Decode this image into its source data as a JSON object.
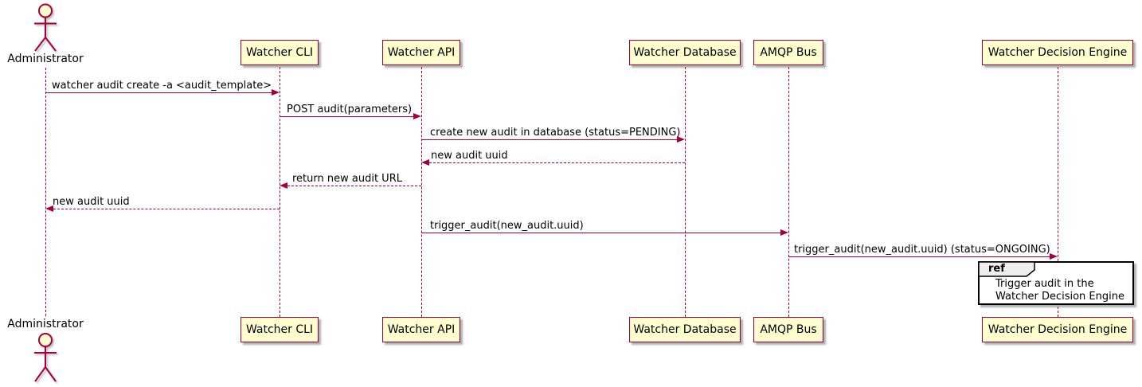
{
  "colors": {
    "background": "#FFFFFF",
    "participant_fill": "#FEFECE",
    "participant_border": "#A80036",
    "arrow": "#A80036",
    "lifeline": "#A80036",
    "text": "#000000",
    "ref_border": "#000000",
    "ref_tab_fill": "#EEEEEE"
  },
  "participants": [
    {
      "id": "administrator",
      "label": "Administrator",
      "type": "actor"
    },
    {
      "id": "watcher-cli",
      "label": "Watcher CLI",
      "type": "participant"
    },
    {
      "id": "watcher-api",
      "label": "Watcher API",
      "type": "participant"
    },
    {
      "id": "watcher-database",
      "label": "Watcher Database",
      "type": "participant"
    },
    {
      "id": "amqp-bus",
      "label": "AMQP Bus",
      "type": "participant"
    },
    {
      "id": "watcher-decision-engine",
      "label": "Watcher Decision Engine",
      "type": "participant"
    }
  ],
  "messages": [
    {
      "from": "Administrator",
      "to": "Watcher CLI",
      "text": "watcher audit create -a <audit_template>",
      "line": "solid",
      "direction": "right"
    },
    {
      "from": "Watcher CLI",
      "to": "Watcher API",
      "text": "POST audit(parameters)",
      "line": "solid",
      "direction": "right"
    },
    {
      "from": "Watcher API",
      "to": "Watcher Database",
      "text": "create new audit in database (status=PENDING)",
      "line": "solid",
      "direction": "right"
    },
    {
      "from": "Watcher Database",
      "to": "Watcher API",
      "text": "new audit uuid",
      "line": "dotted",
      "direction": "left"
    },
    {
      "from": "Watcher API",
      "to": "Watcher CLI",
      "text": "return new audit URL",
      "line": "dotted",
      "direction": "left"
    },
    {
      "from": "Watcher CLI",
      "to": "Administrator",
      "text": "new audit uuid",
      "line": "dotted",
      "direction": "left"
    },
    {
      "from": "Watcher API",
      "to": "AMQP Bus",
      "text": "trigger_audit(new_audit.uuid)",
      "line": "solid",
      "direction": "right"
    },
    {
      "from": "AMQP Bus",
      "to": "Watcher Decision Engine",
      "text": "trigger_audit(new_audit.uuid) (status=ONGOING)",
      "line": "solid",
      "direction": "right"
    }
  ],
  "ref": {
    "keyword": "ref",
    "over": "Watcher Decision Engine",
    "lines": [
      "Trigger audit in the",
      "Watcher Decision Engine"
    ]
  }
}
